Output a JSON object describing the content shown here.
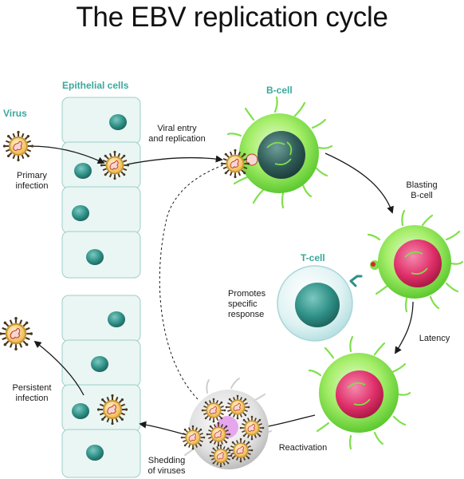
{
  "title": "The EBV replication cycle",
  "labels": {
    "virus": "Virus",
    "epithelial_cells": "Epithelial cells",
    "b_cell": "B-cell",
    "t_cell": "T-cell",
    "primary_infection": [
      "Primary",
      "infection"
    ],
    "viral_entry": [
      "Viral entry",
      "and replication"
    ],
    "blasting_b_cell": [
      "Blasting",
      "B-cell"
    ],
    "promotes_response": [
      "Promotes",
      "specific",
      "response"
    ],
    "latency": "Latency",
    "reactivation": "Reactivation",
    "persistent_infection": [
      "Persistent",
      "infection"
    ],
    "shedding": [
      "Shedding",
      "of viruses"
    ]
  },
  "colors": {
    "epithelial_fill": "#eaf6f4",
    "epithelial_stroke": "#9ccfc7",
    "nucleus": "#2e8f86",
    "b_cell_green": "#7fe04a",
    "infected_nucleus": "#e0306a",
    "t_cell": "#d6eef0",
    "virus_capsid": "#f2c15a",
    "virus_spikes": "#4a3820",
    "heading_teal": "#3aa89b"
  },
  "icons": [
    "virus-icon",
    "b-cell-icon",
    "t-cell-icon",
    "epithelial-cell-icon",
    "arrow-icon",
    "t-cell-receptor-icon"
  ]
}
